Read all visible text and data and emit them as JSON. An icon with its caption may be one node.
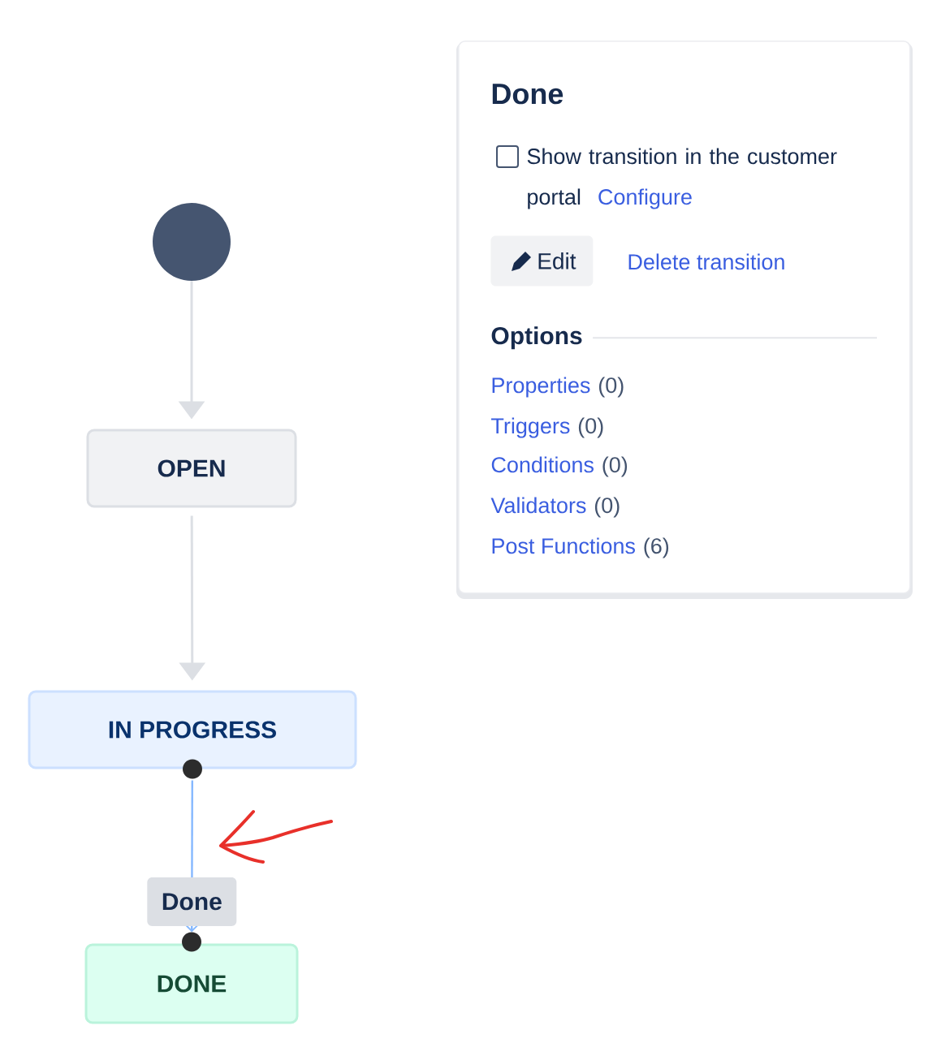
{
  "diagram": {
    "nodes": [
      {
        "text": [],
        "shape": "circle"
      },
      {
        "text": [
          "OPEN"
        ]
      },
      {
        "text": [
          "IN PROGRESS"
        ]
      },
      {
        "text": [
          "DONE"
        ]
      },
      {
        "text": [
          "Done",
          "Show transition in the customer portal",
          "Configure",
          "Delete transition",
          "Options",
          "Properties",
          "(0)",
          "Triggers",
          "(0)",
          "Conditions",
          "(0)",
          "Validators",
          "(0)",
          "Post Functions",
          "(6)"
        ]
      },
      {
        "text": [
          "Edit"
        ],
        "in": 4
      }
    ],
    "edges": [
      {
        "from": 0,
        "to": 1,
        "arrow": "to"
      },
      {
        "from": 1,
        "to": 2,
        "arrow": "to"
      },
      {
        "from": 2,
        "to": 3,
        "arrow": "to",
        "label": "Done",
        "color": "#85b8ff"
      }
    ]
  }
}
